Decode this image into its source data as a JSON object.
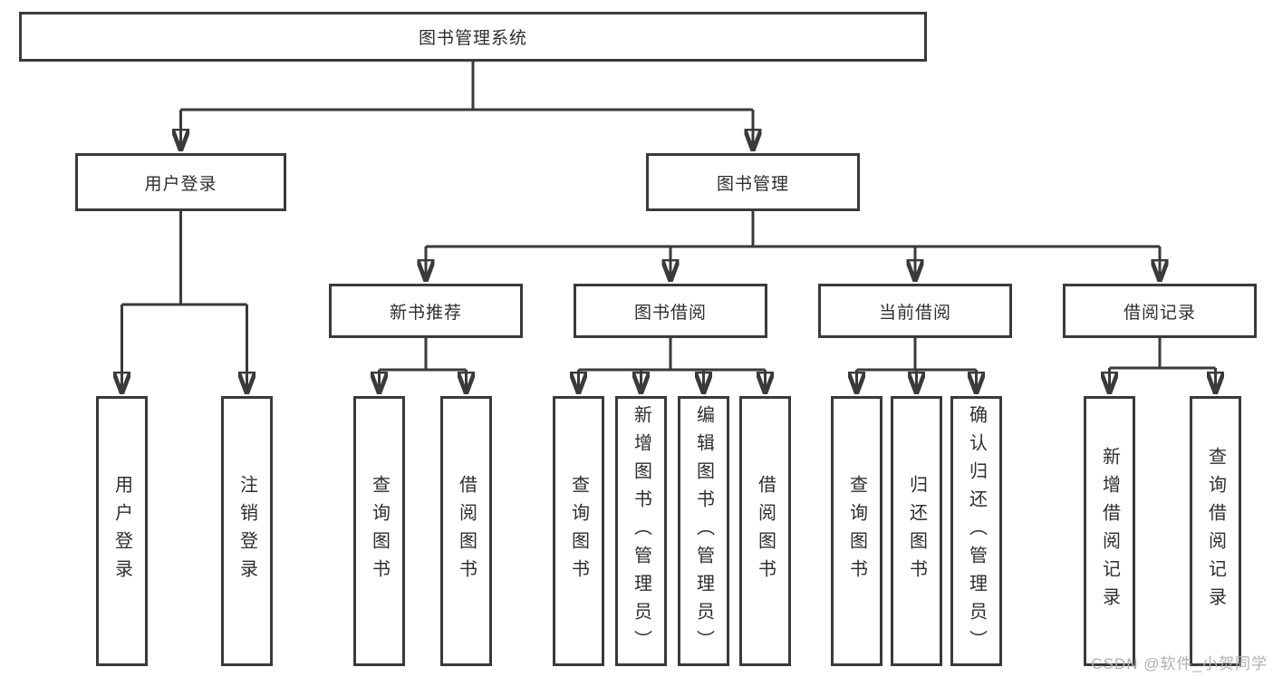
{
  "diagram": {
    "type": "hierarchy-tree",
    "root": {
      "label": "图书管理系统",
      "children": [
        {
          "label": "用户登录",
          "children": [
            {
              "label": "用户登录"
            },
            {
              "label": "注销登录"
            }
          ]
        },
        {
          "label": "图书管理",
          "children": [
            {
              "label": "新书推荐",
              "children": [
                {
                  "label": "查询图书"
                },
                {
                  "label": "借阅图书"
                }
              ]
            },
            {
              "label": "图书借阅",
              "children": [
                {
                  "label": "查询图书"
                },
                {
                  "label": "新增图书（管理员）"
                },
                {
                  "label": "编辑图书（管理员）"
                },
                {
                  "label": "借阅图书"
                }
              ]
            },
            {
              "label": "当前借阅",
              "children": [
                {
                  "label": "查询图书"
                },
                {
                  "label": "归还图书"
                },
                {
                  "label": "确认归还（管理员）"
                }
              ]
            },
            {
              "label": "借阅记录",
              "children": [
                {
                  "label": "新增借阅记录"
                },
                {
                  "label": "查询借阅记录"
                }
              ]
            }
          ]
        }
      ]
    }
  },
  "watermark": {
    "text": "CSDN @软件_小贺同学"
  },
  "theme": {
    "line_color": "#3A3A3A",
    "box_border_color": "#3A3A3A",
    "box_fill": "#FFFFFF",
    "text_color": "#2E2E2E",
    "watermark_color": "#B0B0B0",
    "background": "#FFFFFF"
  }
}
